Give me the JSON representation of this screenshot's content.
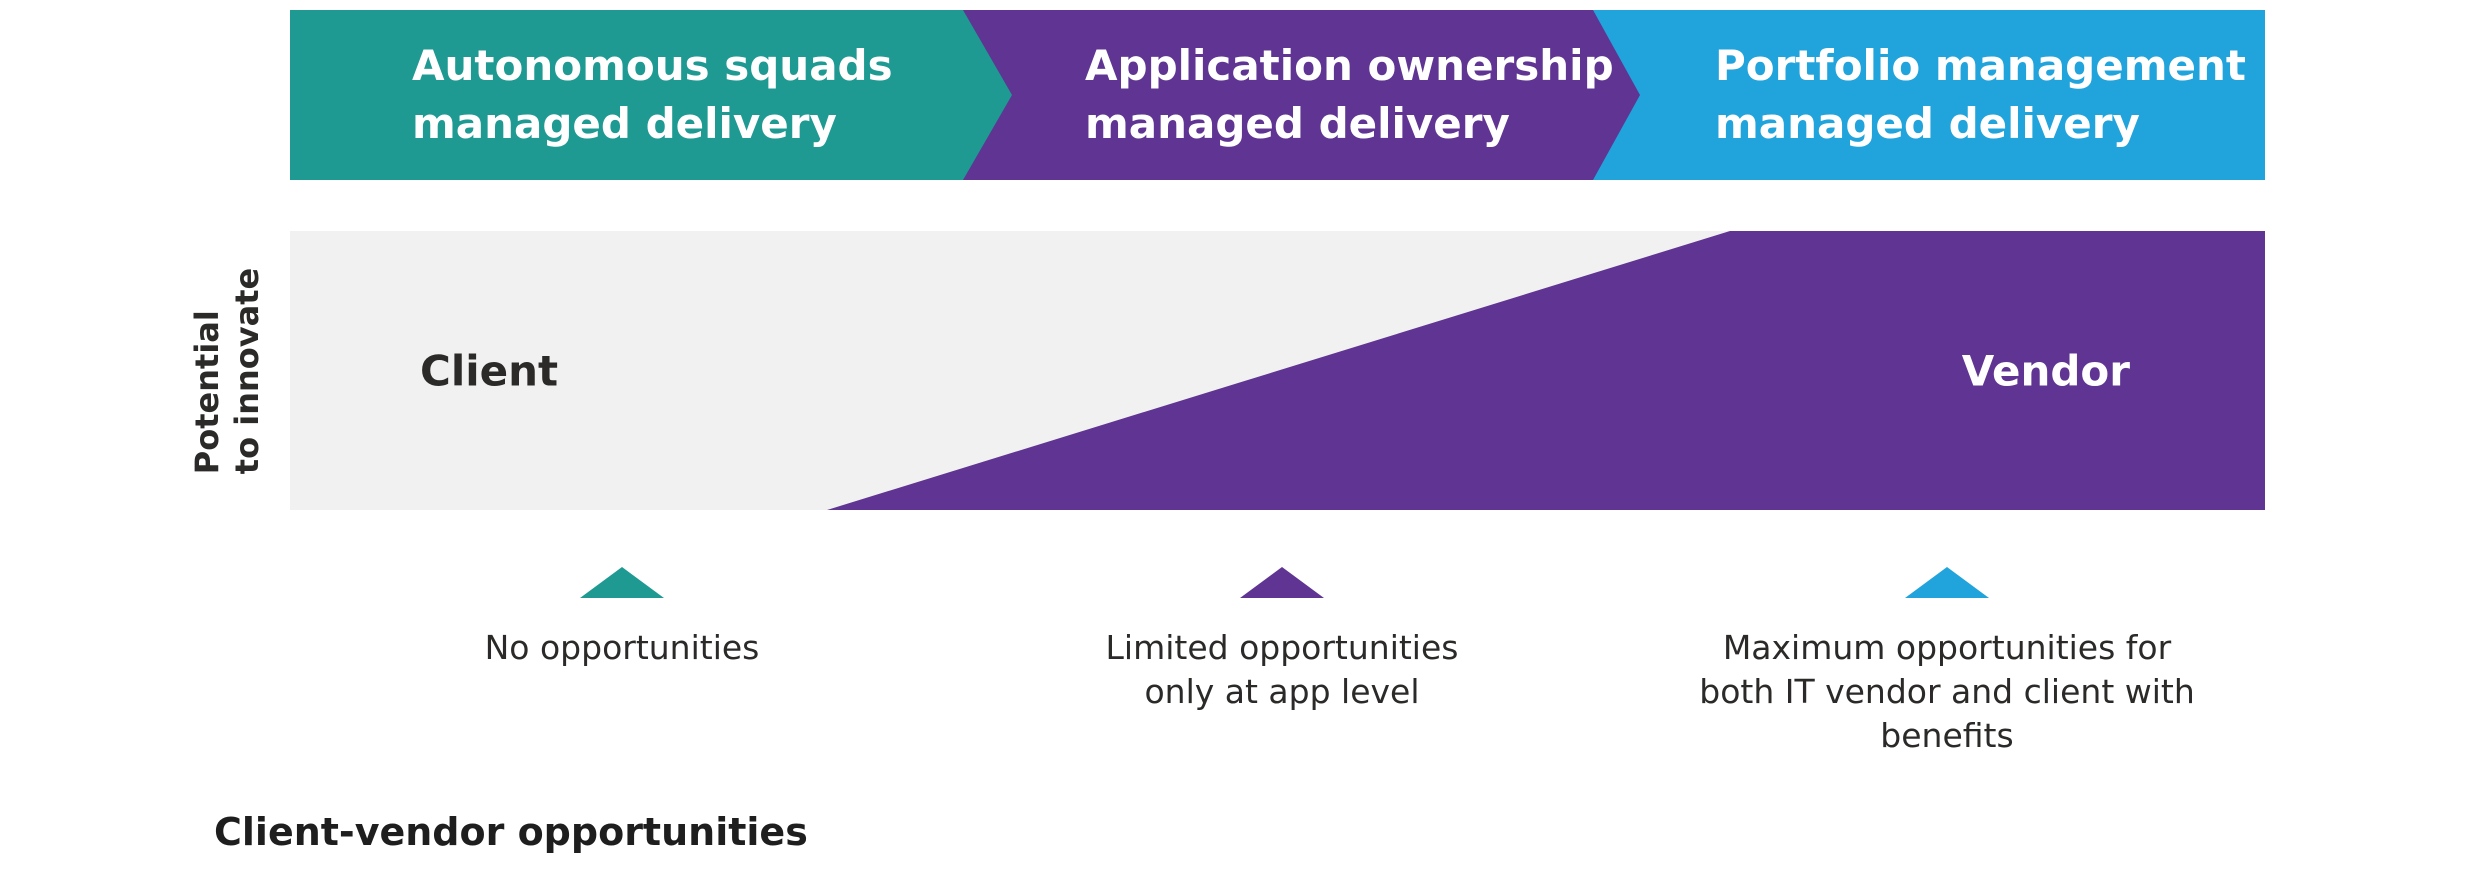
{
  "colors": {
    "teal": "#1E9A93",
    "purple": "#5F3492",
    "blue": "#21A3DC",
    "band_bg": "#F2F1F1",
    "text_dark": "#2B2A29",
    "text_white": "#FFFFFF"
  },
  "banners": [
    {
      "label": "Autonomous squads\nmanaged delivery"
    },
    {
      "label": "Application ownership\nmanaged delivery"
    },
    {
      "label": "Portfolio management\nmanaged delivery"
    }
  ],
  "band": {
    "axis_label": "Potential\nto innovate",
    "left_label": "Client",
    "right_label": "Vendor"
  },
  "markers": [
    {
      "caption": "No opportunities"
    },
    {
      "caption": "Limited opportunities\nonly at app level"
    },
    {
      "caption": "Maximum opportunities for\nboth IT vendor and client with\nbenefits"
    }
  ],
  "title": "Client-vendor opportunities"
}
